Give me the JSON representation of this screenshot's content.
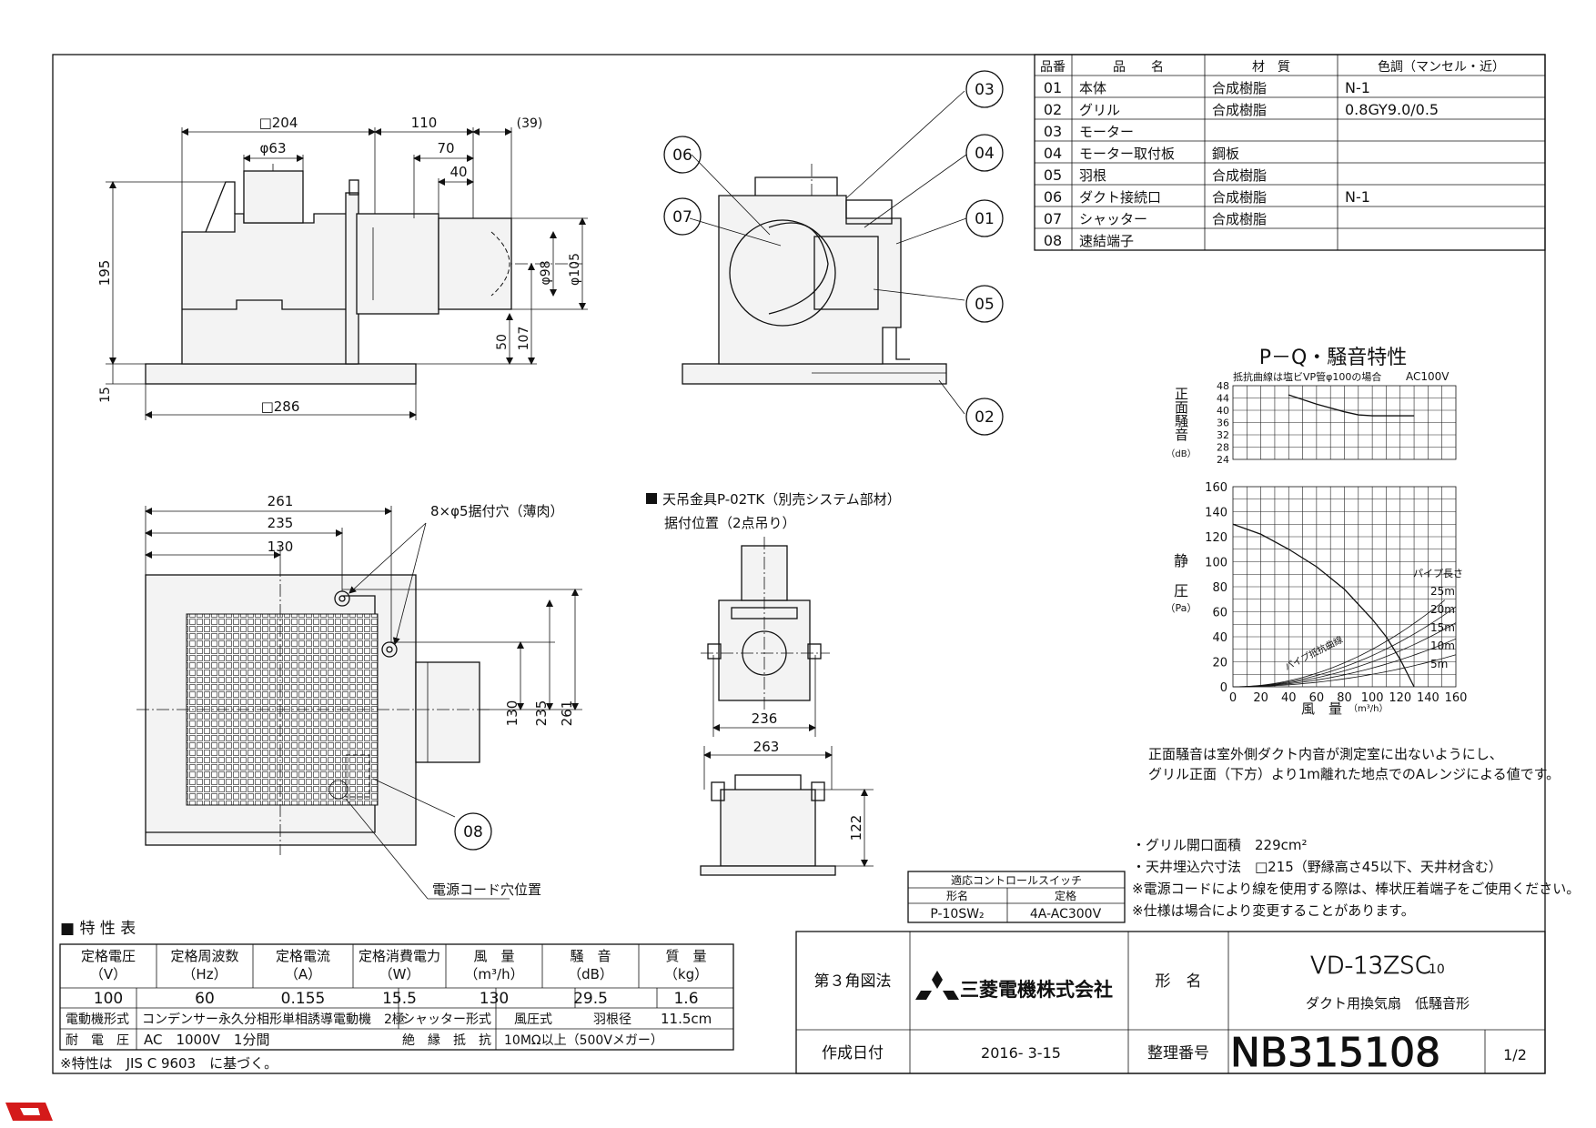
{
  "parts_table": {
    "headers": [
      "品番",
      "品　　名",
      "材　質",
      "色調（マンセル・近）"
    ],
    "rows": [
      [
        "01",
        "本体",
        "合成樹脂",
        "N-1"
      ],
      [
        "02",
        "グリル",
        "合成樹脂",
        "0.8GY9.0/0.5"
      ],
      [
        "03",
        "モーター",
        "",
        ""
      ],
      [
        "04",
        "モーター取付板",
        "鋼板",
        ""
      ],
      [
        "05",
        "羽根",
        "合成樹脂",
        ""
      ],
      [
        "06",
        "ダクト接続口",
        "合成樹脂",
        "N-1"
      ],
      [
        "07",
        "シャッター",
        "合成樹脂",
        ""
      ],
      [
        "08",
        "速結端子",
        "",
        ""
      ]
    ]
  },
  "dimensions": {
    "top_view": {
      "d204": "□204",
      "d63": "φ63",
      "d110": "110",
      "d39": "(39)",
      "d70": "70",
      "d40": "40",
      "d195": "195",
      "d15": "15",
      "d286": "□286",
      "d98": "φ98",
      "d105": "φ105",
      "d50": "50",
      "d107": "107"
    },
    "plan_view": {
      "d261": "261",
      "d235": "235",
      "d130": "130",
      "v130": "130",
      "v235": "235",
      "v261": "261",
      "holes": "8×φ5据付穴（薄肉）",
      "cord": "電源コード穴位置"
    },
    "hanger": {
      "title": "天吊金具P-02TK（別売システム部材）",
      "subtitle": "据付位置（2点吊り）",
      "d236": "236",
      "d263": "263",
      "d122": "122"
    }
  },
  "callouts": [
    "03",
    "06",
    "04",
    "07",
    "01",
    "05",
    "02",
    "08"
  ],
  "chart_data": {
    "type": "line",
    "title": "P－Q・騒音特性",
    "noise_panel": {
      "note": "抵抗曲線は塩ビVP管φ100の場合",
      "voltage": "AC100V",
      "ylabel": "正面騒音",
      "yunit": "（dB）",
      "yticks": [
        "48",
        "44",
        "40",
        "36",
        "32",
        "28",
        "24"
      ],
      "ylim": [
        24,
        48
      ],
      "x": [
        40,
        60,
        80,
        90,
        100,
        130
      ],
      "y": [
        45,
        42,
        39.5,
        38.5,
        38.2,
        38.2
      ]
    },
    "pq_panel": {
      "ylabel_1": "静",
      "ylabel_2": "圧",
      "yunit": "（Pa）",
      "xlabel": "風　量",
      "xunit": "（m³/h）",
      "yticks": [
        "160",
        "140",
        "120",
        "100",
        "80",
        "60",
        "40",
        "20",
        "0"
      ],
      "xticks": [
        "0",
        "20",
        "40",
        "60",
        "80",
        "100",
        "120",
        "140",
        "160"
      ],
      "xlim": [
        0,
        160
      ],
      "ylim": [
        0,
        160
      ],
      "fan_curve": {
        "x": [
          0,
          20,
          40,
          60,
          80,
          100,
          110,
          120,
          130
        ],
        "y": [
          130,
          122,
          110,
          96,
          78,
          54,
          40,
          22,
          0
        ]
      },
      "pipe_label": "パイプ長さ",
      "system_curves": [
        {
          "name": "25m",
          "k": 0.003
        },
        {
          "name": "20m",
          "k": 0.0025
        },
        {
          "name": "15m",
          "k": 0.002
        },
        {
          "name": "10m",
          "k": 0.0015
        },
        {
          "name": "5m",
          "k": 0.001
        }
      ],
      "resistance_label": "パイプ抵抗曲線"
    }
  },
  "notes": {
    "noise_note_1": "正面騒音は室外側ダクト内音が測定室に出ないようにし、",
    "noise_note_2": "グリル正面（下方）より1m離れた地点でのAレンジによる値です。",
    "spec_1": "・グリル開口面積　229cm²",
    "spec_2": "・天井埋込穴寸法　□215（野縁高さ45以下、天井材含む）",
    "spec_3": "※電源コードにより線を使用する際は、棒状圧着端子をご使用ください。",
    "spec_4": "※仕様は場合により変更することがあります。"
  },
  "switch_table": {
    "title": "適応コントロールスイッチ",
    "headers": [
      "形名",
      "定格"
    ],
    "row": [
      "P-10SW₂",
      "4A-AC300V"
    ]
  },
  "spec_table": {
    "title": "■ 特 性 表",
    "headers": [
      [
        "定格電圧",
        "（V）"
      ],
      [
        "定格周波数",
        "（Hz）"
      ],
      [
        "定格電流",
        "（A）"
      ],
      [
        "定格消費電力",
        "（W）"
      ],
      [
        "風　量",
        "（m³/h）"
      ],
      [
        "騒　音",
        "（dB）"
      ],
      [
        "質　量",
        "（kg）"
      ]
    ],
    "values": [
      "100",
      "60",
      "0.155",
      "15.5",
      "130",
      "29.5",
      "1.6"
    ],
    "motor_label": "電動機形式",
    "motor_value": "コンデンサー永久分相形単相誘導電動機　2極",
    "shutter_label": "シャッター形式",
    "shutter_value": "風圧式",
    "blade_label": "羽根径",
    "blade_value": "11.5cm",
    "withstand_label": "耐　電　圧",
    "withstand_value": "AC　1000V　1分間",
    "insulation_label": "絶　縁　抵　抗",
    "insulation_value": "10MΩ以上（500Vメガー）",
    "footnote": "※特性は　JIS C 9603　に基づく。"
  },
  "title_block": {
    "projection": "第３角図法",
    "company": "三菱電機株式会社",
    "model_label": "形　名",
    "model": "VD-13ZSC",
    "model_sub": "10",
    "description": "ダクト用換気扇　低騒音形",
    "date_label": "作成日付",
    "date": "2016- 3-15",
    "number_label": "整理番号",
    "number": "NB315108",
    "sheet": "1/2"
  },
  "colors": {
    "line": "#111111",
    "logo": "#d41a1a",
    "fill": "#f3f3f3"
  }
}
